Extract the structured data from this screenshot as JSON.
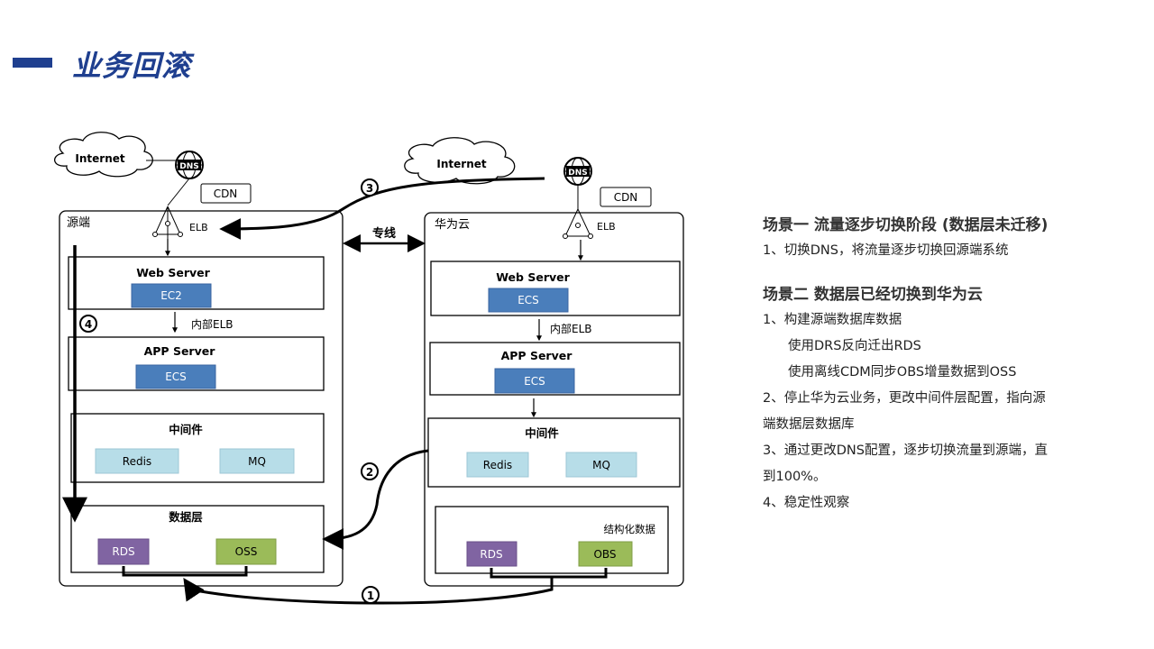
{
  "page": {
    "title": "业务回滚"
  },
  "diagram": {
    "left": {
      "label": "源端",
      "internet": "Internet",
      "cdn": "CDN",
      "elb": "ELB",
      "web_server": "Web Server",
      "web_node": "EC2",
      "inner_elb": "内部ELB",
      "app_server": "APP Server",
      "app_node": "ECS",
      "middleware": "中间件",
      "redis": "Redis",
      "mq": "MQ",
      "data_layer": "数据层",
      "rds": "RDS",
      "storage": "OSS"
    },
    "right": {
      "label": "华为云",
      "internet": "Internet",
      "cdn": "CDN",
      "elb": "ELB",
      "web_server": "Web Server",
      "web_node": "ECS",
      "inner_elb": "内部ELB",
      "app_server": "APP Server",
      "app_node": "ECS",
      "middleware": "中间件",
      "redis": "Redis",
      "mq": "MQ",
      "structured": "结构化数据",
      "rds": "RDS",
      "storage": "OBS"
    },
    "link": "专线",
    "steps": {
      "s1": "1",
      "s2": "2",
      "s3": "3",
      "s4": "4"
    },
    "dns_label": "DNS",
    "colors": {
      "node_blue": "#4a7ebb",
      "cache": "#b7dde8",
      "rds": "#8064a2",
      "storage": "#9bbb59",
      "accent": "#1f3f8f"
    }
  },
  "panel": {
    "scene1_title": "场景一  流量逐步切换阶段 (数据层未迁移)",
    "scene1_items": [
      "1、切换DNS，将流量逐步切换回源端系统"
    ],
    "scene2_title": "场景二  数据层已经切换到华为云",
    "scene2_items": [
      "1、构建源端数据库数据",
      "使用DRS反向迁出RDS",
      "使用离线CDM同步OBS增量数据到OSS",
      "2、停止华为云业务，更改中间件层配置，指向源",
      "端数据层数据库",
      "3、通过更改DNS配置，逐步切换流量到源端，直",
      "到100%。",
      "4、稳定性观察"
    ]
  }
}
